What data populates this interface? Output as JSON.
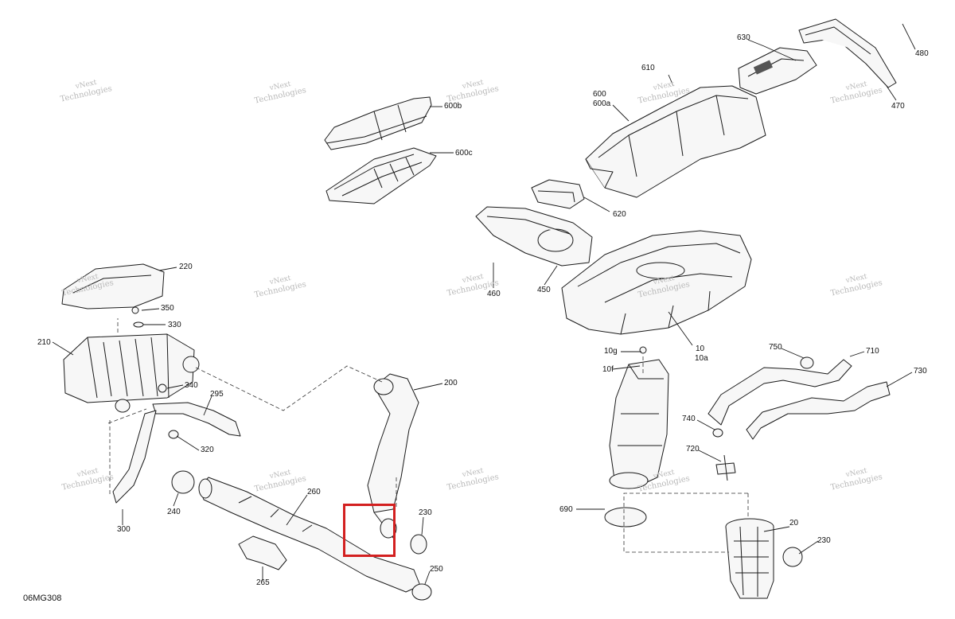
{
  "diagram_code": "06MG308",
  "highlight_color": "#d32020",
  "watermark": {
    "line1": "vNext",
    "line2": "Technologies"
  },
  "callouts": {
    "c600b": "600b",
    "c600c": "600c",
    "c630": "630",
    "c480": "480",
    "c470": "470",
    "c610": "610",
    "c600": "600",
    "c600a": "600a",
    "c620": "620",
    "c450": "450",
    "c460": "460",
    "c220": "220",
    "c350": "350",
    "c330": "330",
    "c210": "210",
    "c340": "340",
    "c295": "295",
    "c320": "320",
    "c240": "240",
    "c300": "300",
    "c200": "200",
    "c260": "260",
    "c265": "265",
    "c230a": "230",
    "c250": "250",
    "c10": "10",
    "c10a": "10a",
    "c10g": "10g",
    "c10f": "10f",
    "c750": "750",
    "c710": "710",
    "c730": "730",
    "c740": "740",
    "c720": "720",
    "c690": "690",
    "c20": "20",
    "c230b": "230"
  }
}
